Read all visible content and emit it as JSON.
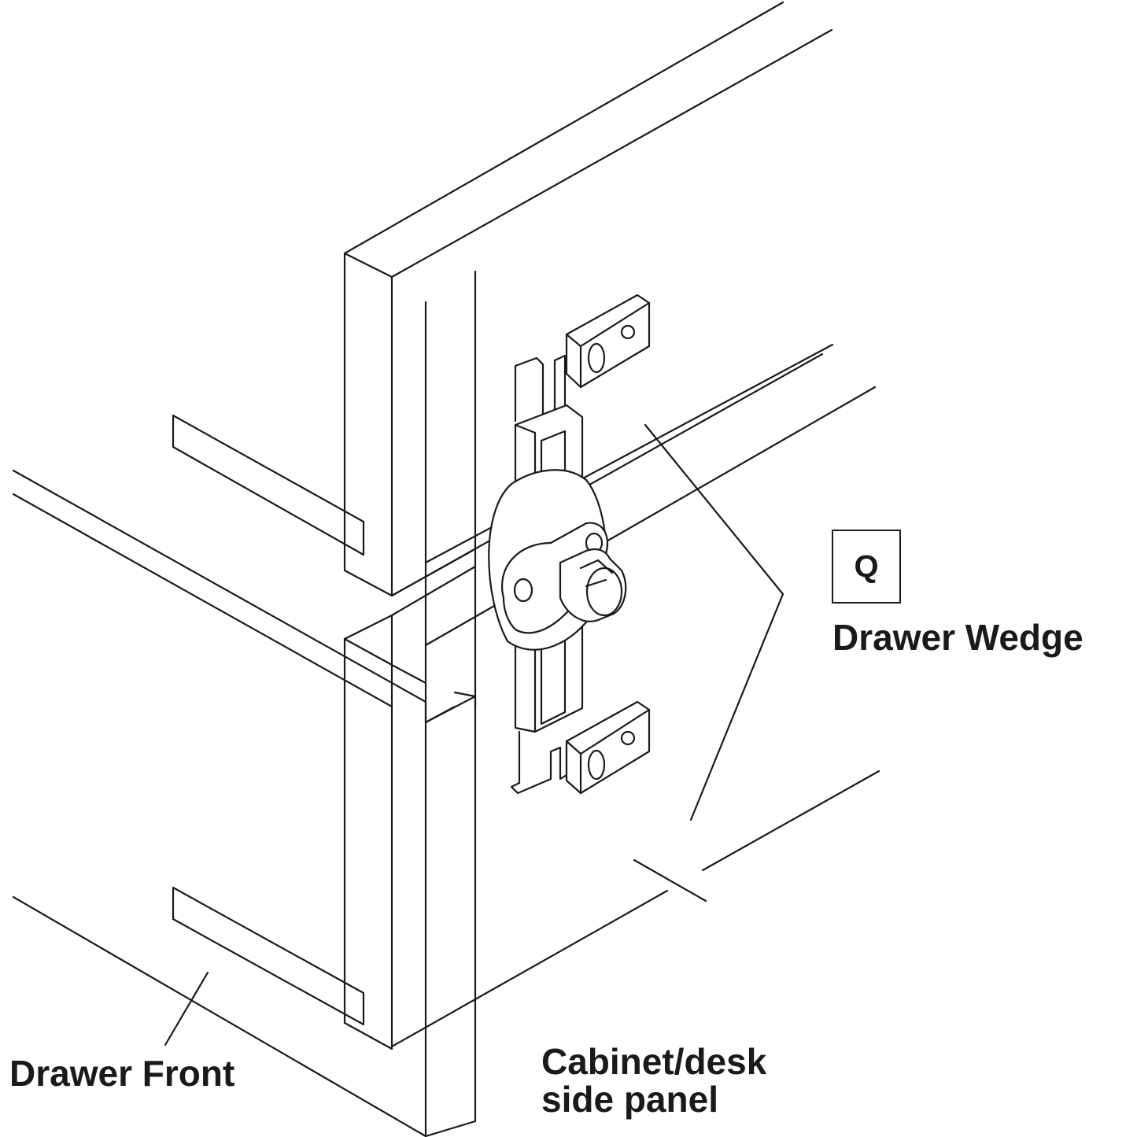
{
  "callout": {
    "letter": "Q",
    "part_name": "Drawer Wedge"
  },
  "labels": {
    "drawer_front": "Drawer Front",
    "side_panel_line1": "Cabinet/desk",
    "side_panel_line2": "side panel"
  },
  "colors": {
    "line": "#1a1a1a",
    "background": "#ffffff"
  }
}
